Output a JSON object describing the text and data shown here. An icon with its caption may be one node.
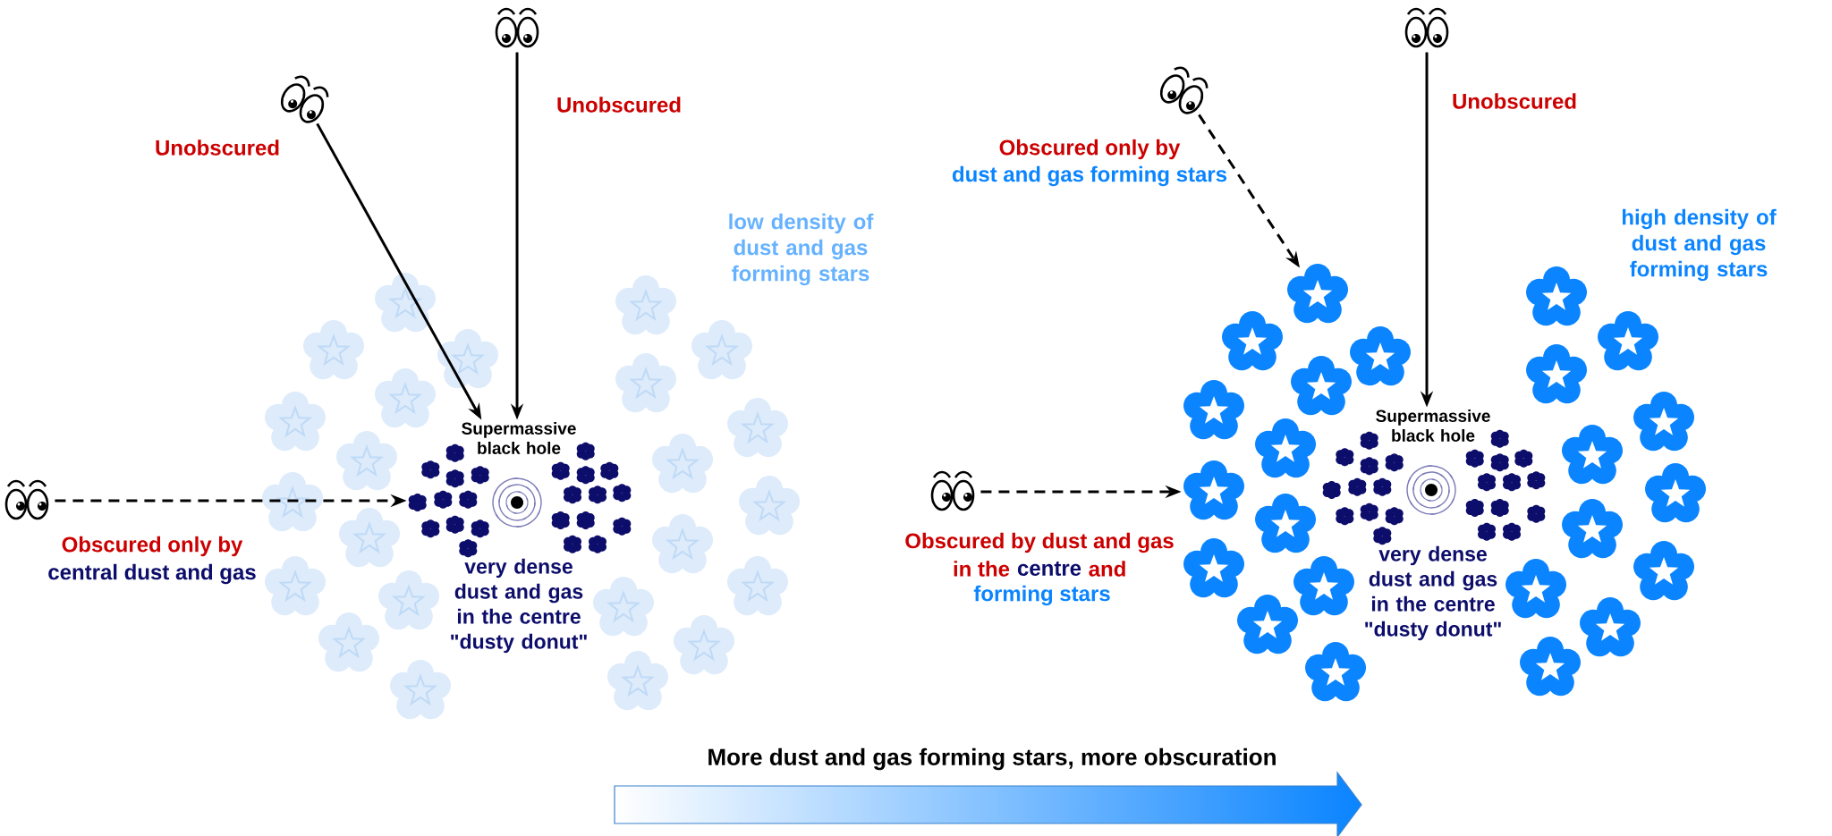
{
  "diagram": {
    "nodes": [
      {
        "text": [],
        "shape": "picture"
      },
      {
        "text": [],
        "shape": "picture"
      },
      {
        "text": [],
        "shape": "picture"
      },
      {
        "text": [
          "Supermassive black hole"
        ],
        "beside": [
          "very dense dust and gas in the centre \"dusty donut\""
        ]
      },
      {
        "text": [],
        "shape": "picture"
      },
      {
        "text": [],
        "shape": "picture"
      },
      {
        "text": [],
        "shape": "picture"
      },
      {
        "text": [
          "Supermassive black hole"
        ],
        "beside": [
          "very dense dust and gas in the centre \"dusty donut\""
        ]
      },
      {
        "text": [],
        "shape": "cloud"
      },
      {
        "text": [],
        "shape": "cloud"
      }
    ],
    "edges": [
      {
        "from": 0,
        "to": 3,
        "arrow": "to",
        "label": "Unobscured"
      },
      {
        "from": 1,
        "to": 3,
        "arrow": "to",
        "label": "Unobscured"
      },
      {
        "from": 2,
        "to": 3,
        "arrow": "to",
        "style": "dashed"
      },
      {
        "from": 4,
        "to": 8,
        "arrow": "to",
        "style": "dashed"
      },
      {
        "from": 5,
        "to": 7,
        "arrow": "to",
        "label": "Unobscured"
      },
      {
        "from": 6,
        "to": 9,
        "arrow": "to",
        "style": "dashed"
      }
    ],
    "labels": [
      "low density of dust and gas forming stars",
      "Obscured only by",
      "central dust and gas",
      "Obscured only by",
      "dust and gas forming stars",
      "high density of dust and gas forming stars",
      "Obscured by dust and gas",
      "in the",
      "centre",
      "and",
      "forming stars",
      "More dust and gas forming stars, more obscuration"
    ]
  }
}
